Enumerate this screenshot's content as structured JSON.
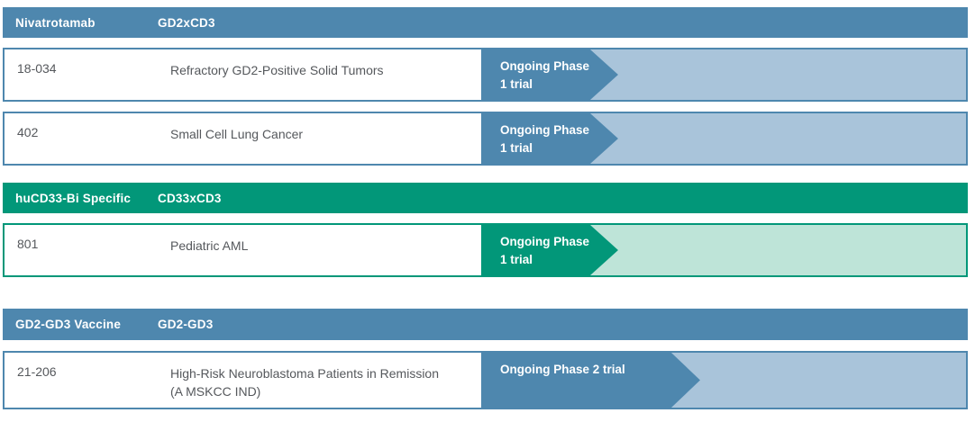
{
  "palette": {
    "steel_blue": "#4e87ae",
    "light_blue": "#a9c4da",
    "green": "#029779",
    "light_green": "#bee4d8",
    "body_text": "#55585c",
    "header_text": "#ffffff"
  },
  "sections": [
    {
      "theme": "blue",
      "header": {
        "program": "Nivatrotamab",
        "target": "GD2xCD3"
      },
      "rows": [
        {
          "trial_id": "18-034",
          "description": "Refractory GD2-Positive Solid Tumors",
          "description_line2": "",
          "status_line1": "Ongoing Phase",
          "status_line2": "1 trial",
          "phase": "Phase 1",
          "arrow": "short"
        },
        {
          "trial_id": "402",
          "description": "Small Cell Lung Cancer",
          "description_line2": "",
          "status_line1": "Ongoing Phase",
          "status_line2": "1 trial",
          "phase": "Phase 1",
          "arrow": "short"
        }
      ]
    },
    {
      "theme": "green",
      "header": {
        "program": "huCD33-Bi Specific",
        "target": "CD33xCD3"
      },
      "rows": [
        {
          "trial_id": "801",
          "description": "Pediatric AML",
          "description_line2": "",
          "status_line1": "Ongoing Phase",
          "status_line2": "1 trial",
          "phase": "Phase 1",
          "arrow": "short"
        }
      ]
    },
    {
      "theme": "blue",
      "header": {
        "program": "GD2-GD3 Vaccine",
        "target": "GD2-GD3"
      },
      "rows": [
        {
          "trial_id": "21-206",
          "description": "High-Risk Neuroblastoma Patients in Remission",
          "description_line2": "(A MSKCC IND)",
          "status_line1": "Ongoing Phase 2 trial",
          "status_line2": "",
          "phase": "Phase 2",
          "arrow": "long"
        }
      ]
    }
  ]
}
